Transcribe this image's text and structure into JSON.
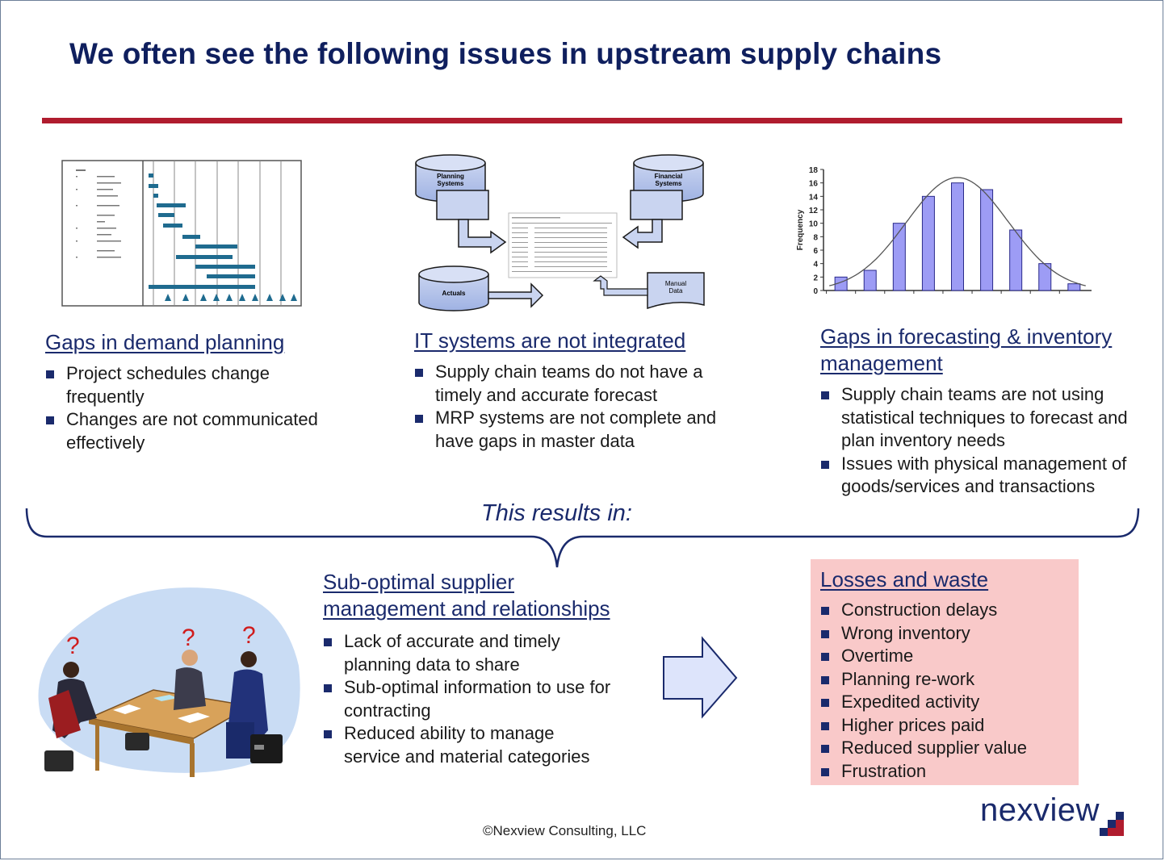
{
  "title": "We often see the following issues in upstream supply chains",
  "sections": {
    "demand": {
      "heading": "Gaps in demand planning",
      "bullets": [
        "Project schedules change frequently",
        "Changes are not communicated effectively"
      ]
    },
    "it": {
      "heading": "IT systems are not integrated",
      "bullets": [
        "Supply chain teams do not have a timely and accurate forecast",
        "MRP systems are not complete and have gaps in master data"
      ]
    },
    "forecast": {
      "heading": "Gaps in forecasting & inventory management",
      "bullets": [
        "Supply chain teams are not using statistical techniques to forecast and plan inventory needs",
        "Issues with physical management of goods/services and transactions"
      ]
    },
    "results_label": "This results in:",
    "supplier": {
      "heading": "Sub-optimal supplier management and relationships",
      "bullets": [
        "Lack of accurate and timely planning data to share",
        "Sub-optimal information to use for contracting",
        "Reduced ability to manage service and material categories"
      ]
    },
    "losses": {
      "heading": "Losses and waste",
      "bullets": [
        "Construction delays",
        "Wrong inventory",
        "Overtime",
        "Planning re-work",
        "Expedited activity",
        "Higher prices paid",
        "Reduced supplier value",
        "Frustration"
      ]
    }
  },
  "it_diagram": {
    "planning": "Planning Systems",
    "financial": "Financial Systems",
    "actuals": "Actuals",
    "manual": "Manual Data"
  },
  "histogram": {
    "ylabel": "Frequency",
    "yticks": [
      "0",
      "2",
      "4",
      "6",
      "8",
      "10",
      "12",
      "14",
      "16",
      "18"
    ],
    "values": [
      2,
      3,
      10,
      14,
      16,
      15,
      9,
      4,
      1
    ],
    "ymax": 18
  },
  "meeting_marks": [
    "?",
    "?",
    "?"
  ],
  "copyright": "©Nexview Consulting, LLC",
  "logo": "nexview"
}
